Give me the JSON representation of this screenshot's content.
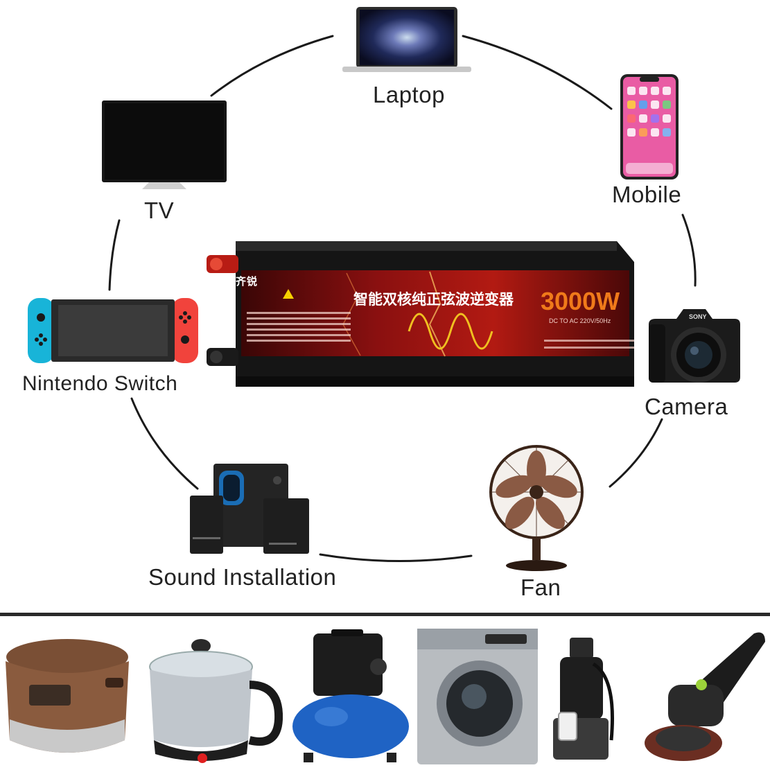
{
  "labels": {
    "laptop": "Laptop",
    "mobile": "Mobile",
    "tv": "TV",
    "switch": "Nintendo  Switch",
    "camera": "Camera",
    "sound": "Sound Installation",
    "fan": "Fan"
  },
  "inverter": {
    "title_cn": "智能双核纯正弦波逆变器",
    "power": "3000W",
    "spec_line1": "DC TO AC 220V/50Hz",
    "brand": "齐锐"
  },
  "colors": {
    "inverter_body": "#151515",
    "panel_red": "#8a1010",
    "power_text": "#f07a1a",
    "wave": "#f0c020"
  },
  "bottom_products": [
    "rice-cooker",
    "electric-pot",
    "air-compressor",
    "washing-machine",
    "sump-pump",
    "angle-grinder"
  ]
}
